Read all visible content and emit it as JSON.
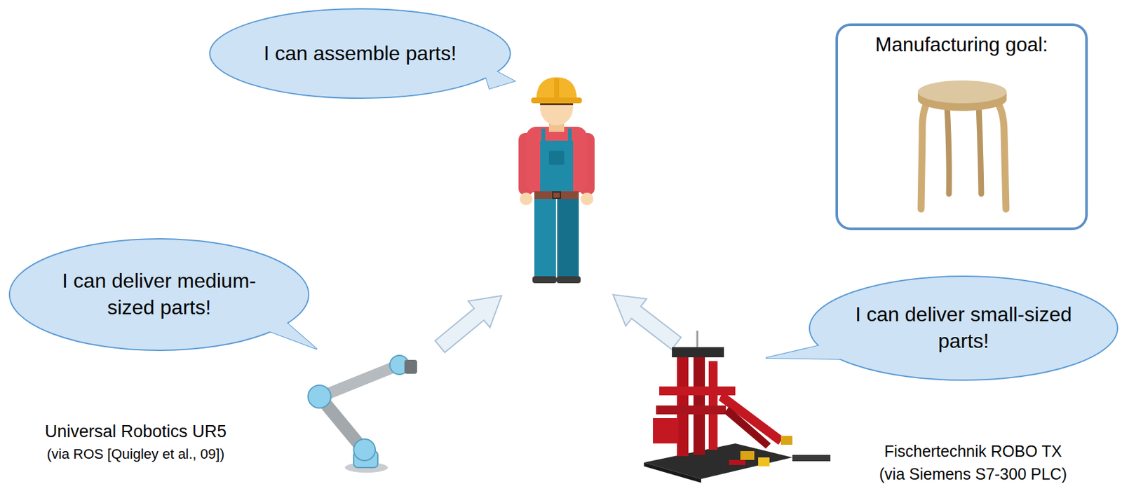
{
  "diagram": {
    "nodes": [
      {
        "text": [
          "I can assemble parts!"
        ]
      },
      {
        "text": [
          "Manufacturing goal:"
        ]
      },
      {
        "text": [
          "I can deliver medium-sized parts!"
        ]
      },
      {
        "text": [
          "I can deliver small-sized parts!"
        ]
      }
    ],
    "labels": [
      "Universal Robotics UR5",
      "(via ROS [Quigley et al., 09])",
      "Fischertechnik ROBO TX",
      "(via Siemens S7-300 PLC)"
    ]
  }
}
